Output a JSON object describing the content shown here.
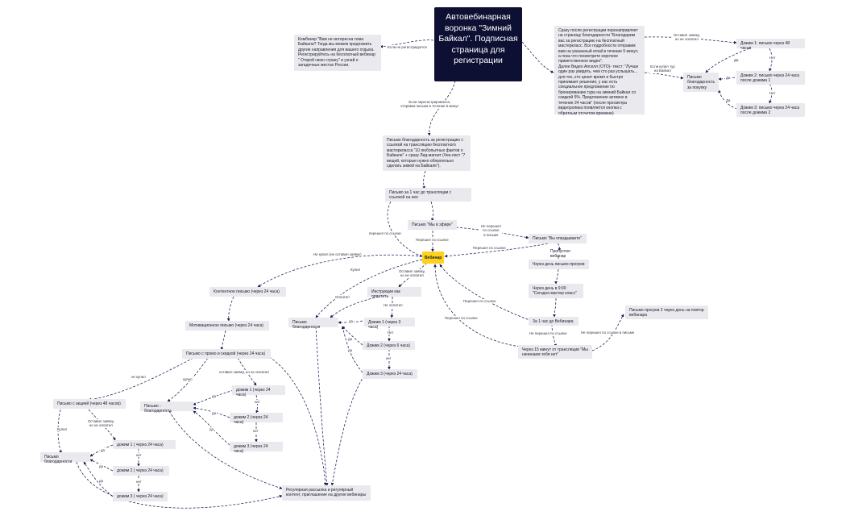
{
  "nodes": {
    "center": "Автовебинарная воронка \"Зимний Байкал\". Подписная страница для регистрации",
    "kombiner": "Комбинер \"Вам не интересна тема Байкала? Тогда мы можем предложить другие направления для вашего отдыха. Регистрируйтесь на бесплатный вебинар \" Открой свою страну\" и узнай о загадочных местах России.",
    "thankyou_page": "Сразу после регистрации перенаправляет на страницу благодарности \"Благодарим вас за регистрацию на бесплатный мастеркласс. Все подробности отправим вам на указанный email в течение 5 минут, а пока что посмотрите короткое приветственное видео\".\nДалее Видео Апселл (ОТО)- текст: \"Лучше один раз увидеть, чем сто раз услышать... для тех, кто ценит время и быстро принимает решения, у нас есть специальное предложение по бронированию тура на зимний Байкал со скидкой 5%. Предложение активно в течение 24 часов\" (после просмотра видеоролика появляется кнопка с обратным отсчетом времени)",
    "dozhim1_top": "Дожим 1: письмо через 48 часов",
    "dozhim2_top": "Дожим 2: письмо через 24 часа после дожима 1",
    "dozhim3_top": "Дожим 3: письмо через 24 часа после дожима 2",
    "thanks_purchase_top": "Письмо благодарность за покупку",
    "letter_thanks_reg": "Письмо благодарность за регистрацию с ссылкой на трансляцию бесплатного мастеркласса \"10 любопытных фактов о Байкале\" + сразу Лид-магнит (Чек-лист \"7 вещей, которые нужно обязательно сделать зимой на Байкале\").",
    "letter_1h": "Письмо за 1 час до трансляции с ссылкой на нее",
    "letter_on_air": "Письмо \"Мы в эфире\"",
    "letter_late": "Письмо \"Вы опаздываете\"",
    "webinar": "Вебинар",
    "missed_webinar": "Пропустил вебинар",
    "next_day_replay": "Через день письмо-прогрев",
    "next_day_9": "Через день в 9:00\n\"Сегодня мастер класс\"",
    "one_hour_before": "За 1 час до Вебинара",
    "fifteen_min": "Через 15 минут от трансляции \"Мы начинаем тебя нет\"",
    "warmup_after": "Письмо прогрев 2 через день на повтор вебинара",
    "content_letter": "Контентное письмо (через 24 часа)",
    "motivation_letter": "Мотивационное письмо (через 24 часа)",
    "promo_letter": "Письмо с промо и скидкой (через 24 часа)",
    "instructions": "Инструкции как оплатить",
    "thanks_letter_mid": "Письмо благодарности",
    "d1_mid": "Дожим 1 (через 3 часа)",
    "d2_mid": "Дожим 2 (через 6 часа)",
    "d3_mid": "Дожим 3 (через 24 часа)",
    "action_letter": "Письмо с акцией (через 48 часов)",
    "thanks_letter_left": "Письмо благодарности",
    "low_d1": "дожим 1 ( через 24 часа)",
    "low_d2": "дожим 2 ( через 24 часа)",
    "low_d3": "дожим 3 ( через 24 часа)",
    "thanks_bottom": "Письмо - благодарность",
    "right_d1": "дожим 1 (через 24 часа)",
    "right_d2": "дожим 2 (через 24 часа)",
    "right_d3": "дожим 3 (через 24 часа)",
    "regular": "Регулярная рассылка и регулярный контент, приглашение на другие вебинары"
  },
  "edge_labels": {
    "not_registered": "Если не регистрируется",
    "registered": "Если зарегистрировался,\nотправка письма в течение 5 минут",
    "left_request": "Оставил заявку,\nно не оплатил",
    "if_bought": "Если купил тур\nна Байкал",
    "da_top1": "Да",
    "net_top1": "Нет",
    "da_top2": "Да",
    "net_top2": "Нет",
    "da_top3": "Да",
    "followed_link_1h": "перешел по ссылке",
    "not_followed_on_air": "Не перешел\nпо ссылке\nв письме",
    "followed_on_air": "Перешел по ссылке",
    "followed_late": "Перешел по ссылке",
    "bought": "Купил",
    "not_bought_no_request": "Не купил (не оставил заявку)",
    "left_request_mid": "Оставил заявку,\nно не оплатил",
    "paid": "Оплатил",
    "not_paid": "Не оплатил",
    "followed_link_r1": "Перешел по ссылке",
    "followed_link_r2": "Перешел по ссылке",
    "not_followed_r": "Не перешел по ссылке",
    "not_followed_email": "Не перешел по ссылке в письме",
    "da_m1": "да",
    "net_m1": "Нет",
    "da_m2": "да",
    "net_m2": "нет",
    "da_m3": "да",
    "net_m3": "нет",
    "not_bought_promo": "не купил",
    "bought_promo": "купил",
    "left_request_promo": "оставил заявку, но не оплатил",
    "net_r1": "нет",
    "net_r2": "нет",
    "da_r1": "да",
    "da_r2": "да",
    "da_r3": "да",
    "bought_left": "Купил",
    "left_request_left": "Оставил заявку,\nно не оплатил",
    "net_l1": "нет",
    "net_l2": "нет",
    "da_l1": "да",
    "da_l2": "да",
    "da_l3": "да"
  }
}
